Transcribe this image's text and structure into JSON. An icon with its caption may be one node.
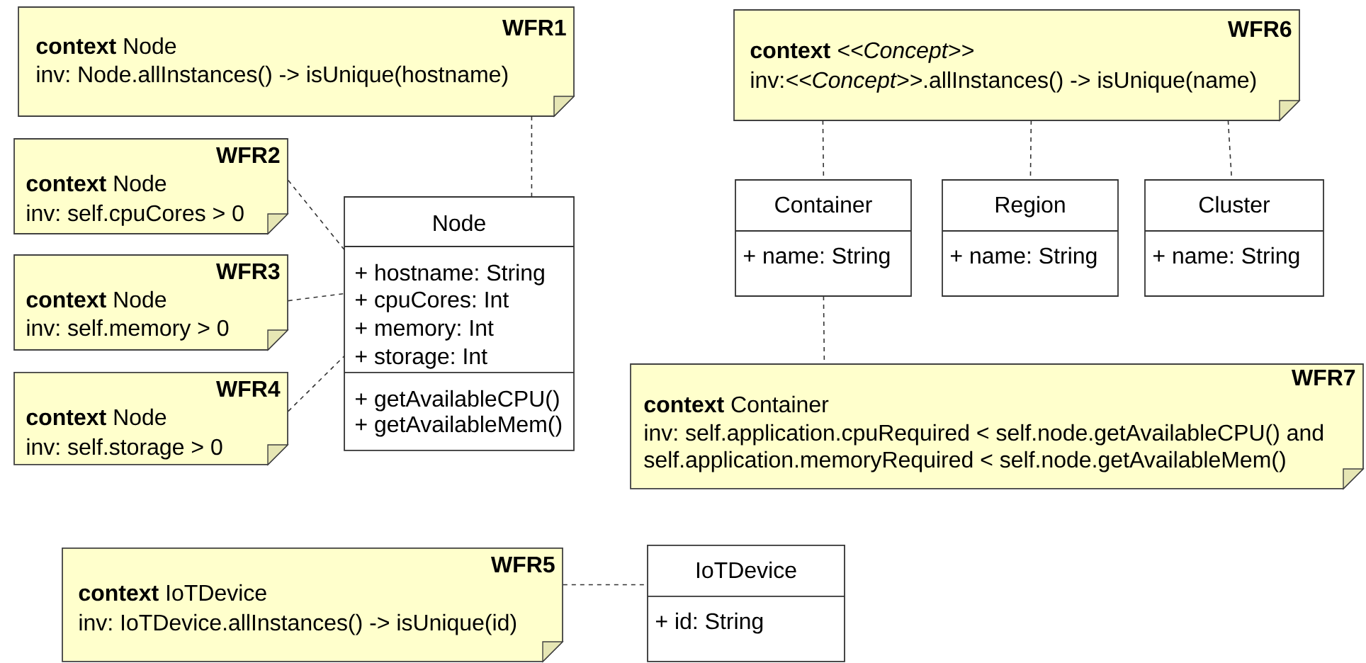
{
  "diagram": {
    "nodes": [
      {
        "text": [
          "WFR1",
          "**context** Node",
          "inv: Node.allInstances() -> isUnique(hostname)"
        ]
      },
      {
        "text": [
          "WFR2",
          "**context**  Node",
          "inv: self.cpuCores > 0"
        ]
      },
      {
        "text": [
          "WFR3",
          "**context**  Node",
          "inv: self.memory > 0"
        ]
      },
      {
        "text": [
          "WFR4",
          "**context**  Node",
          "inv: self.storage > 0"
        ]
      },
      {
        "text": [
          "Node",
          "+ hostname: String",
          "+ cpuCores: Int",
          "+ memory: Int",
          "+ storage: Int",
          "+ getAvailableCPU()",
          "+ getAvailableMem()"
        ]
      },
      {
        "text": [
          "WFR6",
          "**context** *<<Concept>>*",
          "inv:*<<Concept>>*.allInstances() -> isUnique(name)"
        ]
      },
      {
        "text": [
          "Container",
          "+ name: String"
        ]
      },
      {
        "text": [
          "Region",
          "+ name: String"
        ]
      },
      {
        "text": [
          "Cluster",
          "+ name: String"
        ]
      },
      {
        "text": [
          "WFR7",
          "**context** Container",
          "inv: self.application.cpuRequired < self.node.getAvailableCPU() and",
          "self.application.memoryRequired < self.node.getAvailableMem()"
        ]
      },
      {
        "text": [
          "WFR5",
          "**context** IoTDevice",
          "inv: IoTDevice.allInstances() -> isUnique(id)"
        ]
      },
      {
        "text": [
          "IoTDevice",
          "+ id: String"
        ]
      }
    ],
    "edges": [
      {
        "from": 0,
        "to": 4,
        "arrow": "none",
        "style": "dashed"
      },
      {
        "from": 1,
        "to": 4,
        "arrow": "none",
        "style": "dashed"
      },
      {
        "from": 2,
        "to": 4,
        "arrow": "none",
        "style": "dashed"
      },
      {
        "from": 3,
        "to": 4,
        "arrow": "none",
        "style": "dashed"
      },
      {
        "from": 5,
        "to": 6,
        "arrow": "none",
        "style": "dashed"
      },
      {
        "from": 5,
        "to": 7,
        "arrow": "none",
        "style": "dashed"
      },
      {
        "from": 5,
        "to": 8,
        "arrow": "none",
        "style": "dashed"
      },
      {
        "from": 6,
        "to": 9,
        "arrow": "none",
        "style": "dashed"
      },
      {
        "from": 10,
        "to": 11,
        "arrow": "none",
        "style": "dashed"
      }
    ]
  }
}
